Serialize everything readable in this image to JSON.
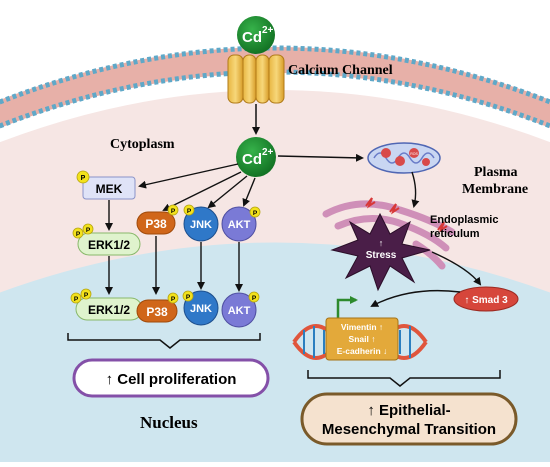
{
  "ions": {
    "cd_label": "Cd",
    "cd_sup": "2+"
  },
  "labels": {
    "calcium_channel": "Calcium Channel",
    "cytoplasm": "Cytoplasm",
    "plasma_membrane_1": "Plasma",
    "plasma_membrane_2": "Membrane",
    "er_1": "Endoplasmic",
    "er_2": "reticulum",
    "nucleus": "Nucleus"
  },
  "kinases": {
    "mek": "MEK",
    "erk_cyto": "ERK1/2",
    "p38_cyto": "P38",
    "jnk_cyto": "JNK",
    "akt_cyto": "AKT",
    "erk_nuc": "ERK1/2",
    "p38_nuc": "P38",
    "jnk_nuc": "JNK",
    "akt_nuc": "AKT",
    "phospho": "P"
  },
  "stress": {
    "arrow": "↑",
    "label": "Stress"
  },
  "smad": "↑ Smad 3",
  "mito_ros": "ROS",
  "emt_genes": {
    "vimentin": "Vimentin ↑",
    "snail": "Snail ↑",
    "ecadherin": "E-cadherin ↓"
  },
  "outcomes": {
    "proliferation": "↑ Cell proliferation",
    "emt_1": "↑ Epithelial-",
    "emt_2": "Mesenchymal Transition"
  },
  "colors": {
    "cd": "#1d8a2c",
    "nucleus": "#cfe6ef",
    "cytoplasm": "#f6e6e4",
    "p38": "#d0661a",
    "jnk": "#2f78c8",
    "akt": "#7a7ad6",
    "erk": "#dff3cd",
    "mek": "#dfe3f7",
    "phospho": "#f3e21c",
    "smad": "#d6463b",
    "prolif_border": "#8450a8",
    "emt_fill": "#f5e2cf",
    "emt_border": "#7a5a2a"
  }
}
